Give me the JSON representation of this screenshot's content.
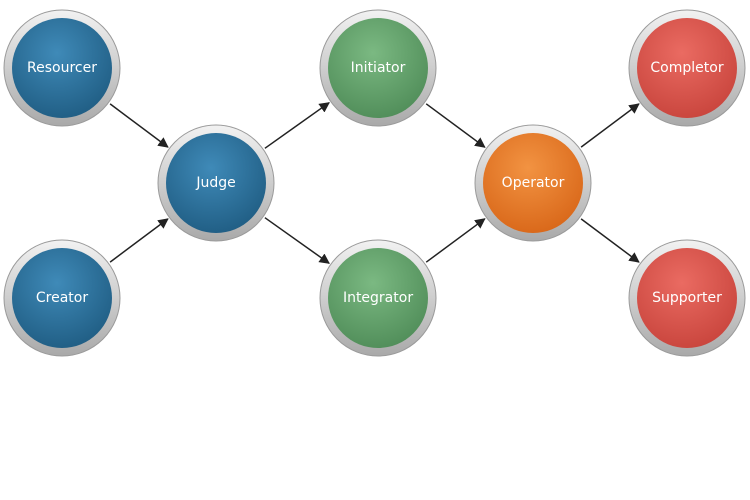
{
  "colors": {
    "blue": "#2a6f9a",
    "green": "#62a06a",
    "orange": "#e7792e",
    "red": "#d9544b",
    "ring": "#c8c8c8",
    "arrow": "#222222"
  },
  "nodes": {
    "resourcer": {
      "label": "Resourcer",
      "color": "blue"
    },
    "creator": {
      "label": "Creator",
      "color": "blue"
    },
    "judge": {
      "label": "Judge",
      "color": "blue"
    },
    "initiator": {
      "label": "Initiator",
      "color": "green"
    },
    "integrator": {
      "label": "Integrator",
      "color": "green"
    },
    "operator": {
      "label": "Operator",
      "color": "orange"
    },
    "completor": {
      "label": "Completor",
      "color": "red"
    },
    "supporter": {
      "label": "Supporter",
      "color": "red"
    }
  },
  "edges": [
    {
      "from": "resourcer",
      "to": "judge"
    },
    {
      "from": "creator",
      "to": "judge"
    },
    {
      "from": "judge",
      "to": "initiator"
    },
    {
      "from": "judge",
      "to": "integrator"
    },
    {
      "from": "initiator",
      "to": "operator"
    },
    {
      "from": "integrator",
      "to": "operator"
    },
    {
      "from": "operator",
      "to": "completor"
    },
    {
      "from": "operator",
      "to": "supporter"
    }
  ]
}
